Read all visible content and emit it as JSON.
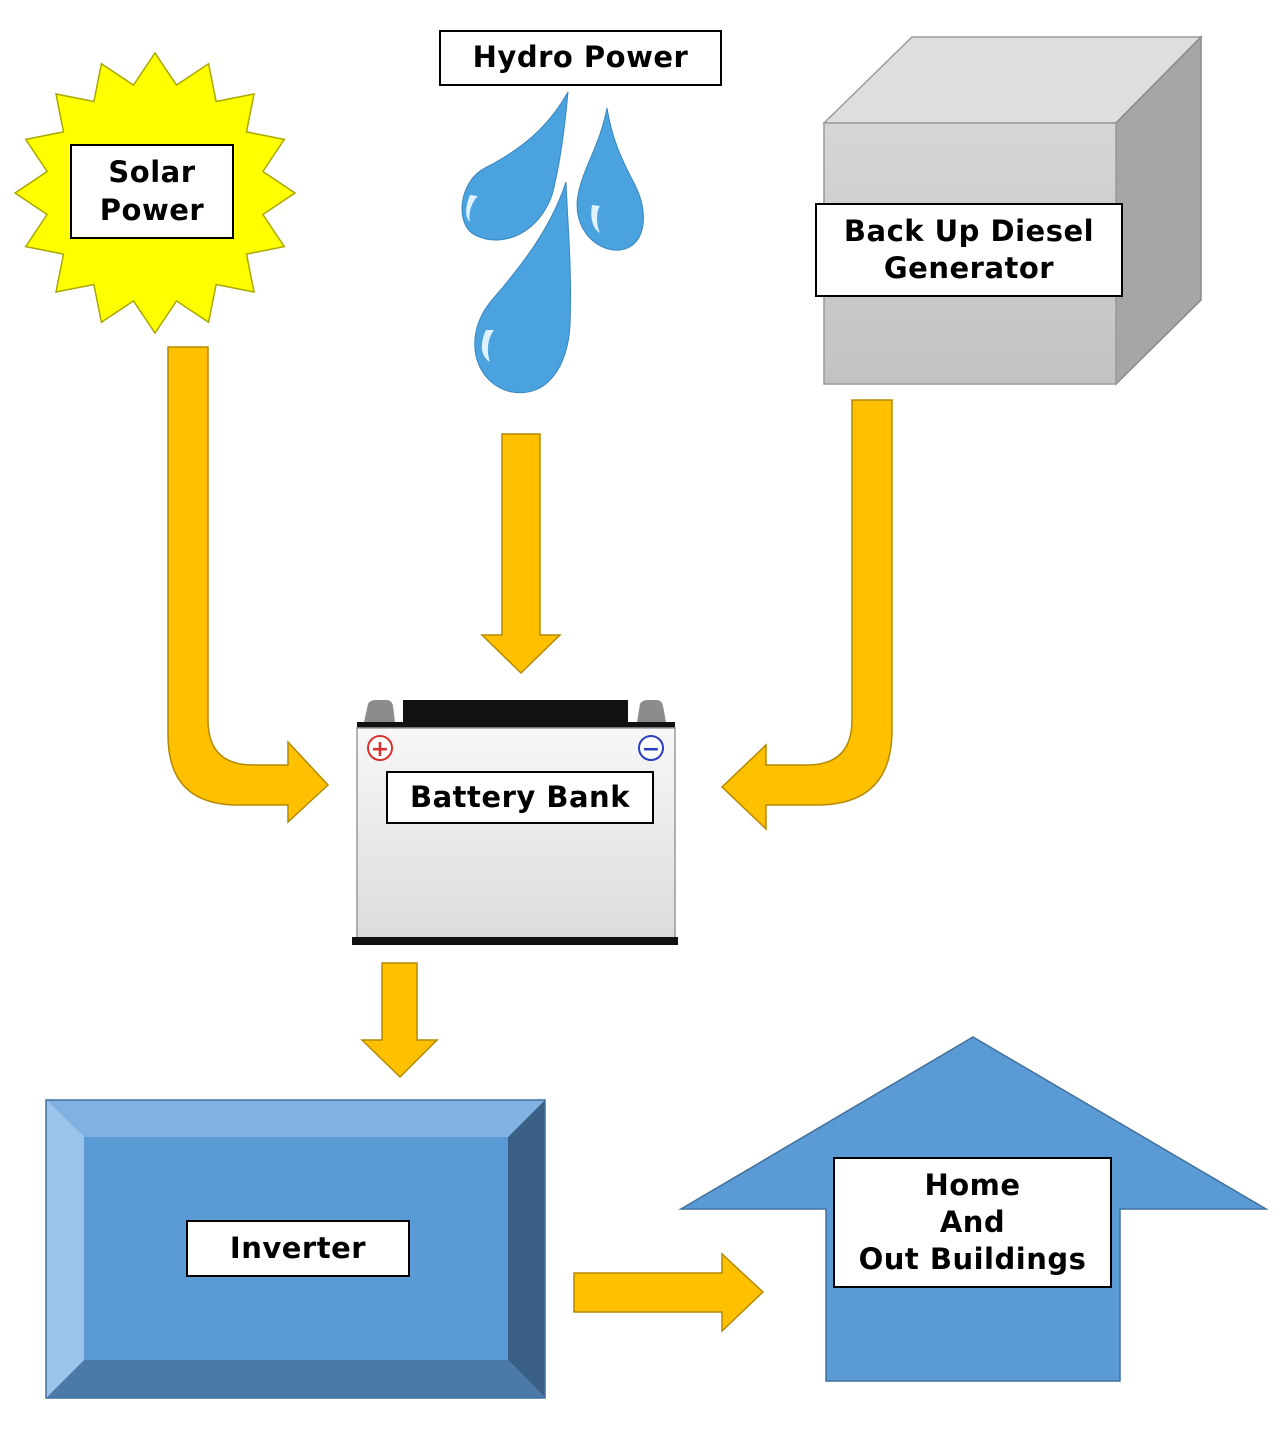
{
  "colors": {
    "arrow": "#FFC000",
    "arrow_stroke": "#B38A00",
    "sun": "#FFFF00",
    "water": "#4AA3DF",
    "generator": "#CFCFCF",
    "inverter": "#5B9BD5",
    "house": "#5B9BD5",
    "battery_body": "#E8E8E8"
  },
  "sources": {
    "solar": {
      "line1": "Solar",
      "line2": "Power",
      "icon": "sun-icon"
    },
    "hydro": {
      "label": "Hydro Power",
      "icon": "water-drops-icon"
    },
    "diesel": {
      "line1": "Back Up Diesel",
      "line2": "Generator",
      "icon": "generator-box-icon"
    }
  },
  "battery": {
    "label": "Battery Bank",
    "plus": "+",
    "minus": "−",
    "icon": "car-battery-icon"
  },
  "inverter": {
    "label": "Inverter",
    "icon": "bevel-box-icon"
  },
  "home": {
    "line1": "Home",
    "line2": "And",
    "line3": "Out Buildings",
    "icon": "house-arrow-icon"
  }
}
